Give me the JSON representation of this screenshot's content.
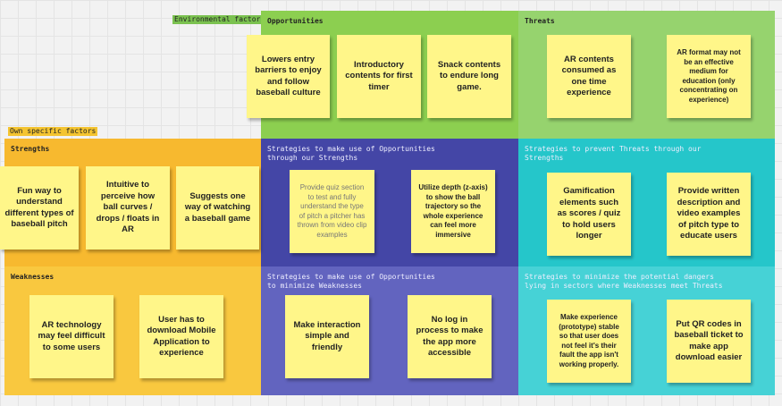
{
  "labels": {
    "environmental_factors": "Environmental factors",
    "own_specific_factors": "Own specific factors"
  },
  "quadrants": {
    "opportunities": {
      "title": "Opportunities",
      "notes": [
        "Lowers entry barriers to  enjoy and follow baseball culture",
        "Introductory contents for first timer",
        "Snack contents to endure long game."
      ]
    },
    "threats": {
      "title": "Threats",
      "notes": [
        "AR contents consumed as one time experience",
        "AR format may not be an effective medium for education (only concentrating on experience)"
      ]
    },
    "strengths": {
      "title": "Strengths",
      "notes": [
        "Fun way to understand different types of baseball pitch",
        "Intuitive to perceive how ball curves / drops / floats in AR",
        "Suggests one way of watching a baseball game"
      ]
    },
    "so": {
      "title": "Strategies to make use of Opportunities through our Strengths",
      "notes": [
        "Provide quiz section to test and fully understand the type of pitch a pitcher has thrown from video clip examples",
        "Utilize depth (z-axis) to show the ball trajectory so the whole experience can feel more immersive"
      ]
    },
    "st": {
      "title": "Strategies to prevent Threats through our Strengths",
      "notes": [
        "Gamification elements such as scores / quiz to hold users longer",
        "Provide written description and video examples of pitch type to educate users"
      ]
    },
    "weaknesses": {
      "title": "Weaknesses",
      "notes": [
        "AR technology may feel difficult to some users",
        "User has to download Mobile Application to experience"
      ]
    },
    "wo": {
      "title": "Strategies to make use of Opportunities to minimize Weaknesses",
      "notes": [
        "Make interaction simple and friendly",
        "No log in process to make the app more accessible"
      ]
    },
    "wt": {
      "title": "Strategies to minimize the potential dangers lying in sectors where Weaknesses meet Threats",
      "notes": [
        "Make experience (prototype) stable so that user does not feel it's their fault the app isn't working properly.",
        "Put QR codes in baseball ticket to make app download easier"
      ]
    }
  },
  "colors": {
    "opportunities": "#8ccf50",
    "threats": "#96d36e",
    "strengths": "#f7b92f",
    "weaknesses": "#f9c83f",
    "so": "#4446a6",
    "st": "#25c6ca",
    "wo": "#6264bf",
    "wt": "#46d2d6",
    "sticky": "#fff689"
  }
}
